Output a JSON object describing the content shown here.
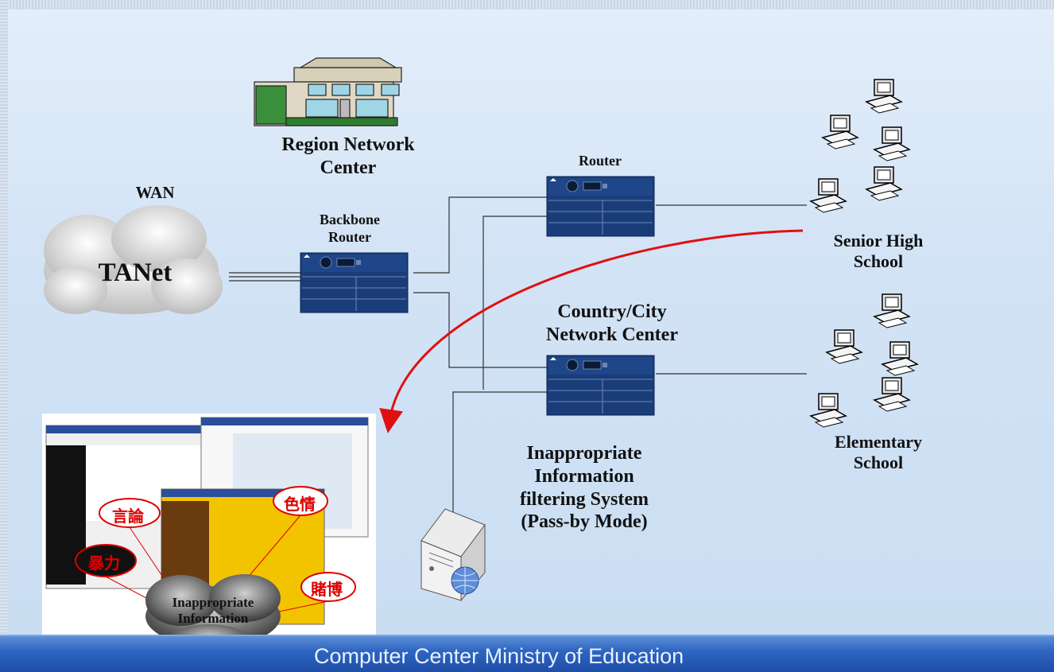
{
  "labels": {
    "region_center": "Region Network\nCenter",
    "wan": "WAN",
    "tanet": "TANet",
    "backbone_router": "Backbone\nRouter",
    "router": "Router",
    "senior_high": "Senior High\nSchool",
    "country_city": "Country/City\nNetwork Center",
    "elementary": "Elementary\nSchool",
    "filter_system": "Inappropriate\nInformation\nfiltering System\n(Pass-by Mode)",
    "inappropriate_info": "Inappropriate\nInformation"
  },
  "screenshot_tags": [
    "言論",
    "色情",
    "暴力",
    "賭博"
  ],
  "footer": "Computer Center Ministry of Education",
  "colors": {
    "router_body": "#1a3d7a",
    "arrow": "#e01010",
    "footer": "#2f66c2",
    "cloud": "#d8d8d8"
  }
}
